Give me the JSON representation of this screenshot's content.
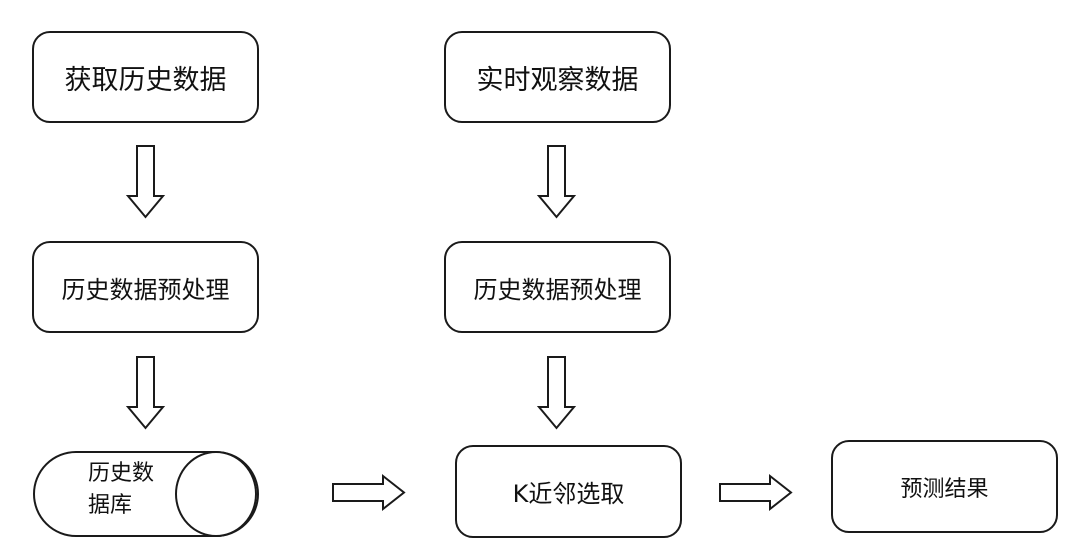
{
  "nodes": {
    "fetch_history": "获取历史数据",
    "realtime_obs": "实时观察数据",
    "history_preprocess_left": "历史数据预处理",
    "history_preprocess_right": "历史数据预处理",
    "history_db_line1": "历史数",
    "history_db_line2": "据库",
    "knn_select": "K近邻选取",
    "prediction_result": "预测结果"
  }
}
